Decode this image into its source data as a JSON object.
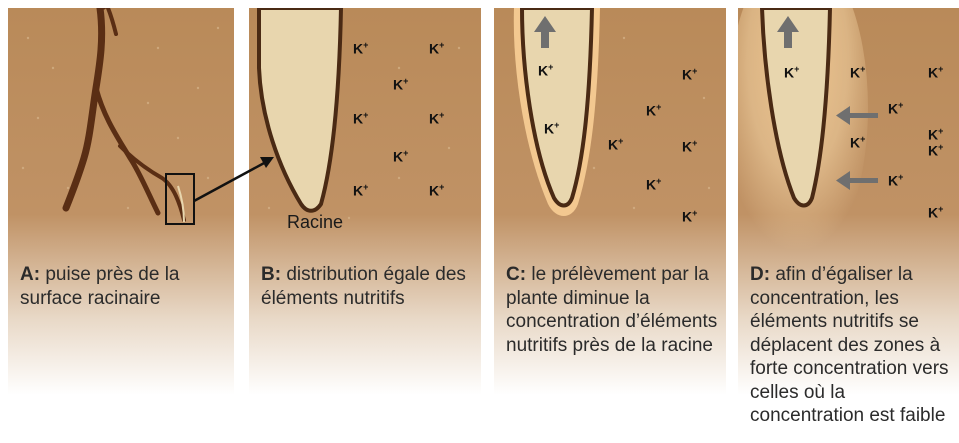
{
  "panels": [
    {
      "id": "A",
      "letter": "A:",
      "text": "puise près de la surface racinaire"
    },
    {
      "id": "B",
      "letter": "B:",
      "text": "distribution égale des éléments nutritifs",
      "root_label": "Racine"
    },
    {
      "id": "C",
      "letter": "C:",
      "text": "le prélèvement par la plante diminue la concentration d’éléments nutritifs près de la racine"
    },
    {
      "id": "D",
      "letter": "D:",
      "text": "afin d’égaliser la concentration, les éléments nutritifs se déplacent des zones à forte concentration vers celles où la concentration est faible"
    }
  ],
  "ion_label": "K",
  "ion_charge": "+",
  "colors": {
    "soil": "#b98a59",
    "root_fill": "#e8d6ae",
    "root_outline": "#4a2a14",
    "root_dark": "#5a2e14",
    "depleted_halo": "#f3c890",
    "arrow_gray": "#6f6f6f"
  }
}
